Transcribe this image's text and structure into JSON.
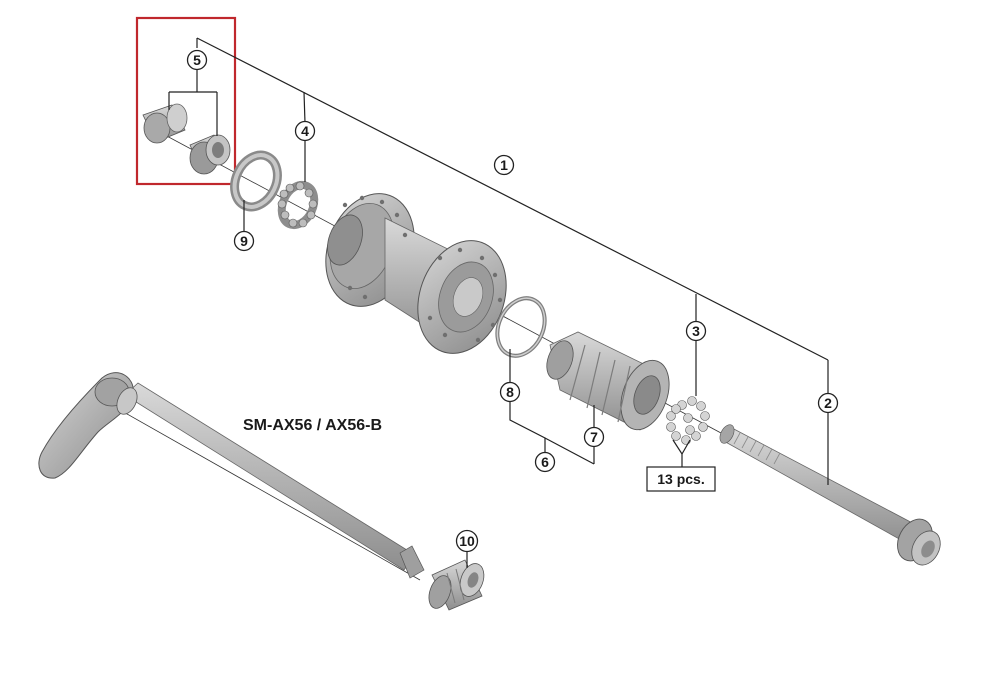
{
  "model": "SM-AX56 / AX56-B",
  "quantity_note": "13 pcs.",
  "callouts": [
    {
      "id": "1",
      "label": "1"
    },
    {
      "id": "2",
      "label": "2"
    },
    {
      "id": "3",
      "label": "3"
    },
    {
      "id": "4",
      "label": "4"
    },
    {
      "id": "5",
      "label": "5"
    },
    {
      "id": "6",
      "label": "6"
    },
    {
      "id": "7",
      "label": "7"
    },
    {
      "id": "8",
      "label": "8"
    },
    {
      "id": "9",
      "label": "9"
    },
    {
      "id": "10",
      "label": "10"
    }
  ],
  "colors": {
    "highlight_box": "#c0282d",
    "part_fill": "#b8b8b8",
    "part_dark": "#8c8c8c",
    "part_light": "#d8d8d8"
  }
}
